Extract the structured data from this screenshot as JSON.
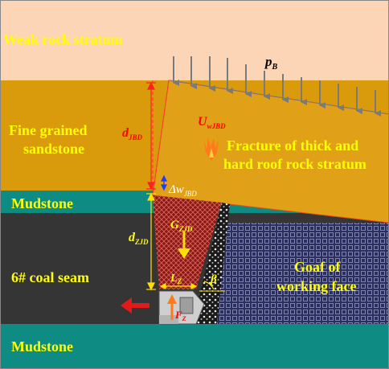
{
  "layers": {
    "weak_rock": "Weak rock stratum",
    "fine_sandstone_line1": "Fine grained",
    "fine_sandstone_line2": "sandstone",
    "mudstone_upper": "Mudstone",
    "coal_seam": "6# coal seam",
    "mudstone_lower": "Mudstone"
  },
  "annotations": {
    "load_main": "p",
    "load_sub": "B",
    "d_main": "d",
    "d_jbd_sub": "JBD",
    "u_main": "U",
    "u_sub": "wJBD",
    "dw_main": "Δw",
    "dw_sub": "JBD",
    "d_zjd_sub": "ZJD",
    "g_main": "G",
    "g_sub": "ZJD",
    "l_main": "L",
    "l_sub": "Z",
    "beta": "β",
    "f_main": "F",
    "f_sub": "Z"
  },
  "regions": {
    "fracture_line1": "Fracture of thick and",
    "fracture_line2": "hard roof rock stratum",
    "goaf_line1": "Goaf of",
    "goaf_line2": "working face"
  },
  "colors": {
    "weak_rock": "#fbd5b5",
    "sandstone": "#d99a0c",
    "mudstone": "#0e8c84",
    "coal": "#353535",
    "goaf": "#2b2f5a",
    "red_block": "#b21e1e",
    "label_yellow": "#ffff00",
    "label_red": "#ff0000"
  }
}
